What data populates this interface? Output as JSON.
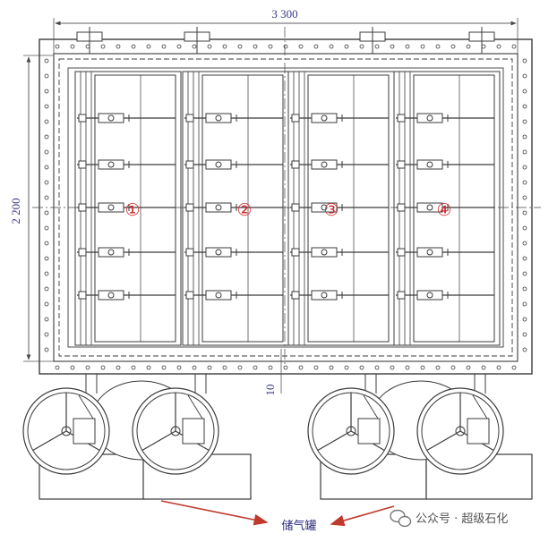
{
  "dimensions": {
    "width": "3 300",
    "height": "2 200",
    "gap": "10"
  },
  "sections": [
    "①",
    "②",
    "③",
    "④"
  ],
  "label": "储气罐",
  "watermark": {
    "icon": "wechat-icon",
    "text": "公众号 · 超级石化"
  },
  "colors": {
    "line": "#3b3b3b",
    "dimension": "#3a3a8c",
    "section_number": "#d0262a",
    "arrow": "#c0392b"
  }
}
